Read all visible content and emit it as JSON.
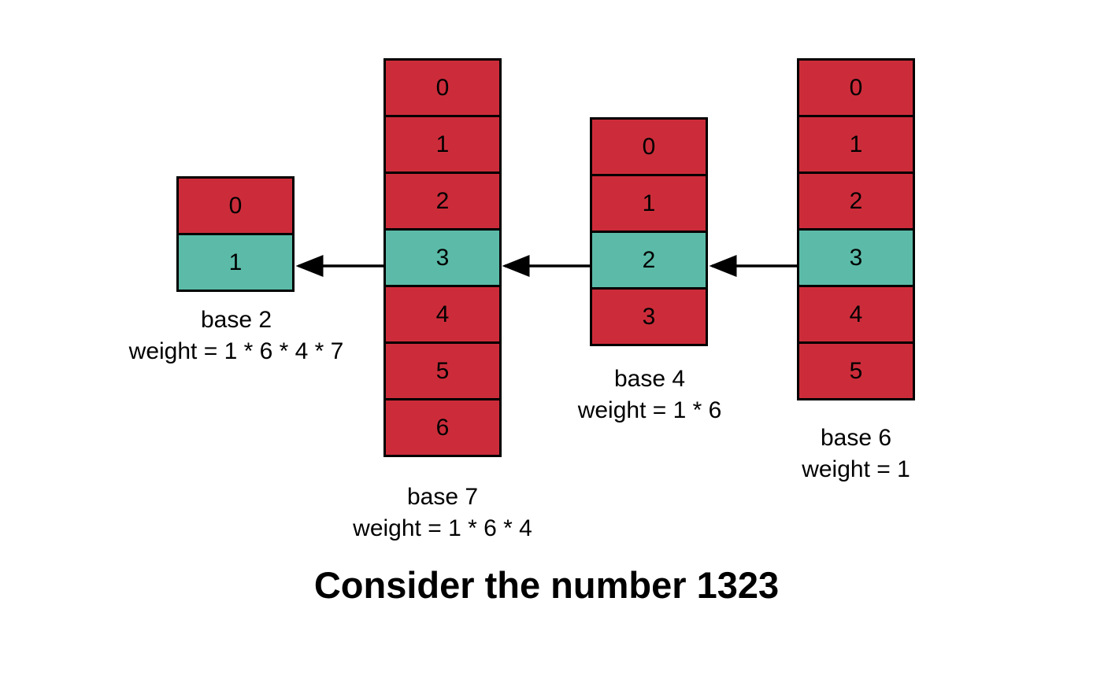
{
  "colors": {
    "cell": "#cc2c3a",
    "selected": "#5bbba8",
    "stroke": "#000000"
  },
  "columns": [
    {
      "id": "base2",
      "base_label": "base 2",
      "weight_label": "weight = 1 * 6 * 4 * 7",
      "digits": [
        "0",
        "1"
      ],
      "selected_index": 1
    },
    {
      "id": "base7",
      "base_label": "base 7",
      "weight_label": "weight = 1 * 6 * 4",
      "digits": [
        "0",
        "1",
        "2",
        "3",
        "4",
        "5",
        "6"
      ],
      "selected_index": 3
    },
    {
      "id": "base4",
      "base_label": "base 4",
      "weight_label": "weight = 1 * 6",
      "digits": [
        "0",
        "1",
        "2",
        "3"
      ],
      "selected_index": 2
    },
    {
      "id": "base6",
      "base_label": "base 6",
      "weight_label": "weight = 1",
      "digits": [
        "0",
        "1",
        "2",
        "3",
        "4",
        "5"
      ],
      "selected_index": 3
    }
  ],
  "caption": "Consider the number 1323"
}
